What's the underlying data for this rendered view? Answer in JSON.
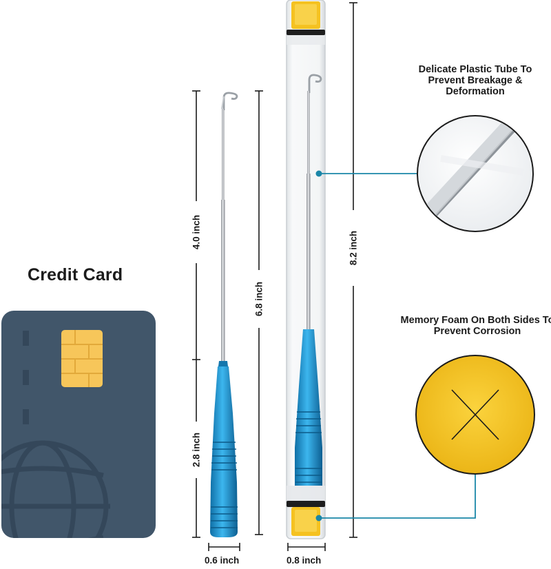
{
  "card": {
    "title": "Credit Card"
  },
  "callouts": {
    "tube": "Delicate Plastic Tube To Prevent Breakage & Deformation",
    "foam": "Memory Foam On Both Sides To Prevent Corrosion"
  },
  "dimensions": {
    "hook_total": "6.8 inch",
    "shaft": "4.0 inch",
    "handle": "2.8 inch",
    "hook_width": "0.6 inch",
    "tube_length": "8.2 inch",
    "tube_width": "0.8 inch"
  },
  "colors": {
    "card": "#41566a",
    "chip": "#f7c65a",
    "handle_blue": "#1f9bd6",
    "foam_yellow": "#f5c221",
    "leader_line": "#1a86a8"
  }
}
